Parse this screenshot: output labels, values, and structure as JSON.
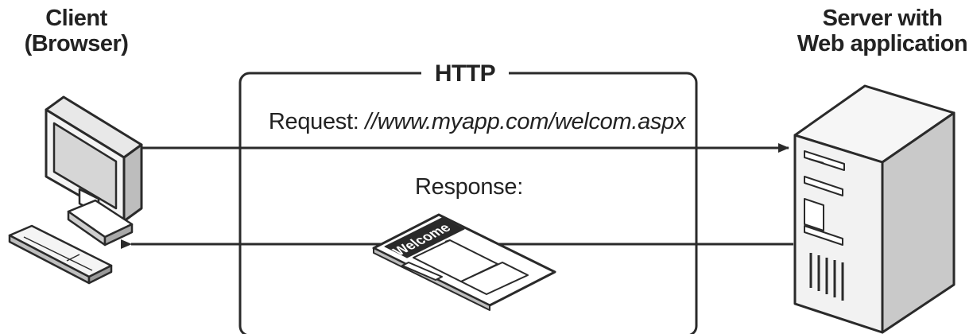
{
  "client": {
    "title": "Client",
    "subtitle": "(Browser)"
  },
  "server": {
    "title": "Server with",
    "subtitle": "Web application"
  },
  "protocol": {
    "label": "HTTP"
  },
  "request": {
    "prefix": "Request: ",
    "url": "//www.myapp.com/welcom.aspx"
  },
  "response": {
    "label": "Response:",
    "page_title": "Welcome"
  },
  "icons": {
    "client": "desktop-computer-icon",
    "server": "server-tower-icon",
    "document": "web-page-document-icon"
  },
  "colors": {
    "line": "#2a2a2a",
    "screen": "#d6d6d6",
    "case_side": "#c9c9c9",
    "case_front": "#f2f2f2"
  }
}
